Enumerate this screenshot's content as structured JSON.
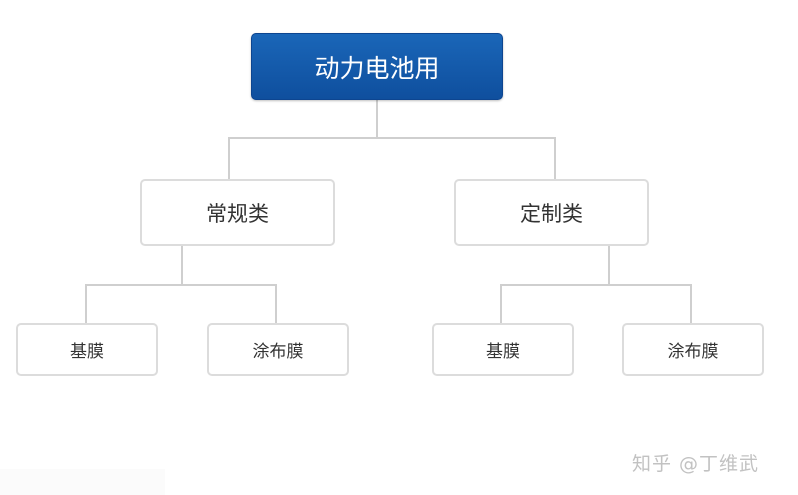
{
  "diagram": {
    "type": "tree",
    "root": {
      "label": "动力电池用",
      "color": "#1459ab"
    },
    "categories": [
      {
        "label": "常规类",
        "children": [
          {
            "label": "基膜"
          },
          {
            "label": "涂布膜"
          }
        ]
      },
      {
        "label": "定制类",
        "children": [
          {
            "label": "基膜"
          },
          {
            "label": "涂布膜"
          }
        ]
      }
    ],
    "line_color": "#cfcfcf",
    "box_border_color": "#dcdcdc"
  },
  "watermark": {
    "text": "知乎 @丁维武"
  }
}
